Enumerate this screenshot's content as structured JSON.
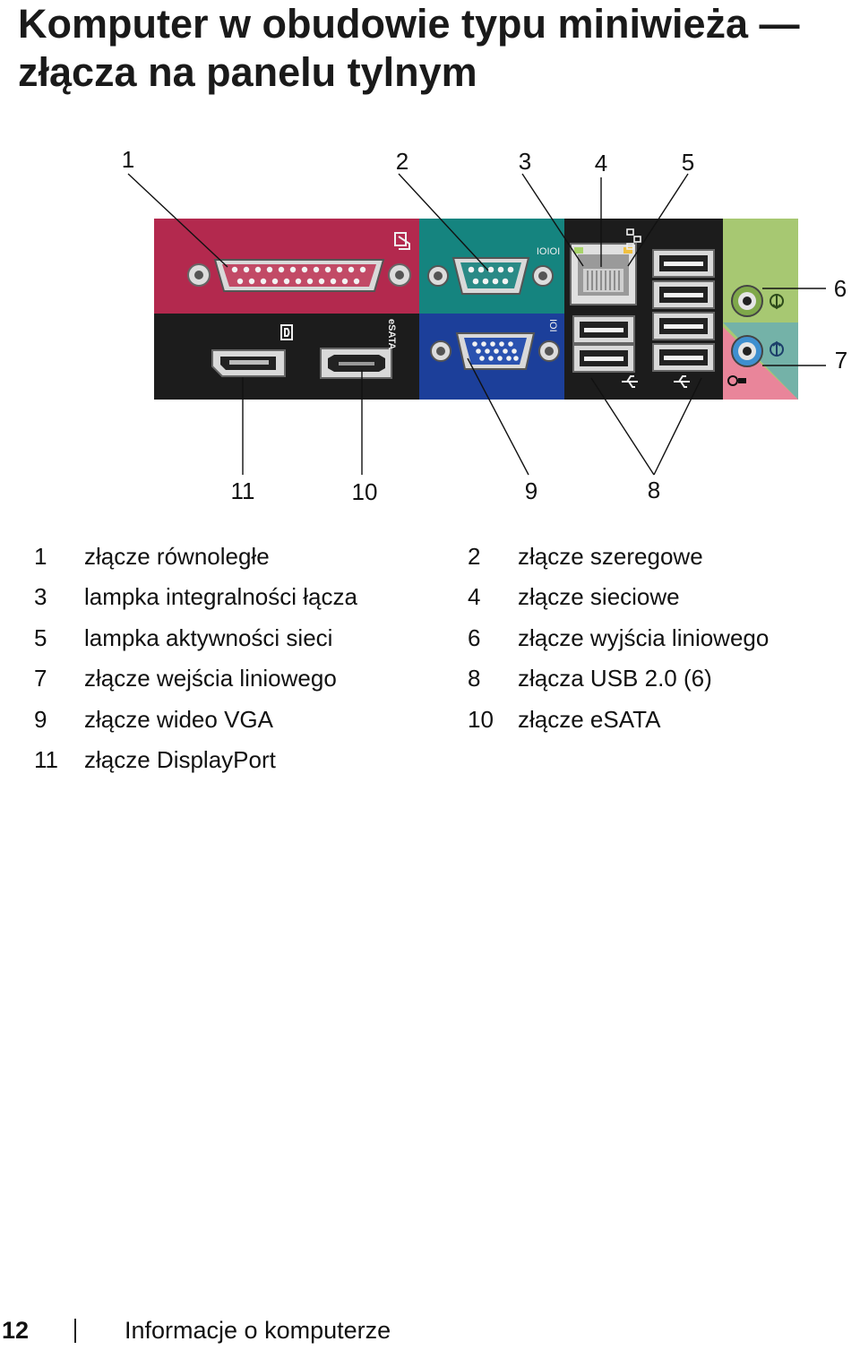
{
  "page": {
    "title_line1": "Komputer w obudowie typu miniwieża —",
    "title_line2": "złącza na panelu tylnym"
  },
  "diagram": {
    "callouts": [
      "1",
      "2",
      "3",
      "4",
      "5",
      "6",
      "7",
      "8",
      "9",
      "10",
      "11"
    ],
    "port_labels": {
      "esata": "eSATA",
      "serial": "IOIOI",
      "vga": "IOI"
    },
    "colors": {
      "parallel_panel": "#b3294e",
      "serial_panel": "#15847f",
      "vga_panel": "#1c3f9a",
      "dark_panel": "#1c1c1c",
      "audio_green": "#a7c872",
      "audio_pink": "#e9859a",
      "audio_blue": "#4aa0d6"
    }
  },
  "legend": [
    {
      "num": "1",
      "text": "złącze równoległe"
    },
    {
      "num": "2",
      "text": "złącze szeregowe"
    },
    {
      "num": "3",
      "text": "lampka integralności łącza"
    },
    {
      "num": "4",
      "text": "złącze sieciowe"
    },
    {
      "num": "5",
      "text": "lampka aktywności sieci"
    },
    {
      "num": "6",
      "text": "złącze wyjścia liniowego"
    },
    {
      "num": "7",
      "text": "złącze wejścia liniowego"
    },
    {
      "num": "8",
      "text": "złącza USB 2.0 (6)"
    },
    {
      "num": "9",
      "text": "złącze wideo VGA"
    },
    {
      "num": "10",
      "text": "złącze eSATA"
    },
    {
      "num": "11",
      "text": "złącze DisplayPort"
    }
  ],
  "footer": {
    "page_number": "12",
    "section": "Informacje o komputerze"
  }
}
